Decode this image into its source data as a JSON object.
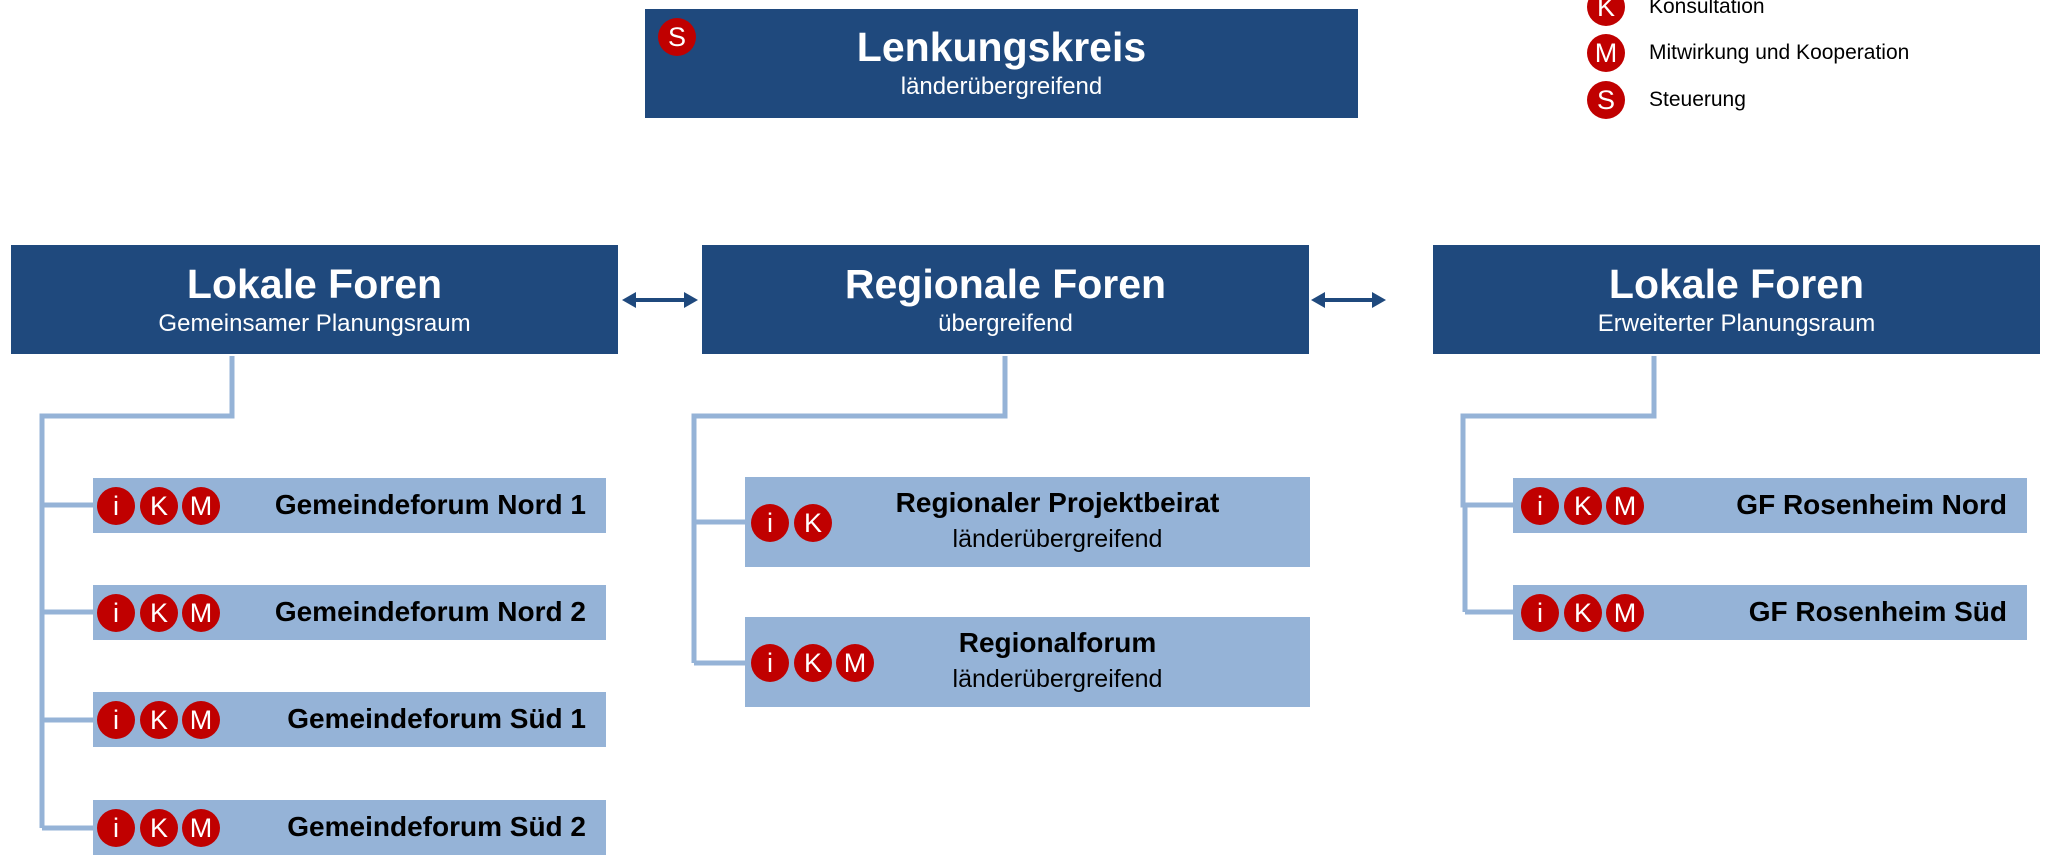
{
  "legend": [
    {
      "letter": "K",
      "label": "Konsultation"
    },
    {
      "letter": "M",
      "label": "Mitwirkung und Kooperation"
    },
    {
      "letter": "S",
      "label": "Steuerung"
    }
  ],
  "top": {
    "badge": "S",
    "title": "Lenkungskreis",
    "subtitle": "länderübergreifend"
  },
  "left": {
    "title": "Lokale Foren",
    "subtitle": "Gemeinsamer Planungsraum",
    "items": [
      {
        "badges": [
          "i",
          "K",
          "M"
        ],
        "title": "Gemeindeforum Nord 1"
      },
      {
        "badges": [
          "i",
          "K",
          "M"
        ],
        "title": "Gemeindeforum Nord 2"
      },
      {
        "badges": [
          "i",
          "K",
          "M"
        ],
        "title": "Gemeindeforum Süd 1"
      },
      {
        "badges": [
          "i",
          "K",
          "M"
        ],
        "title": "Gemeindeforum Süd 2"
      }
    ]
  },
  "center": {
    "title": "Regionale Foren",
    "subtitle": "übergreifend",
    "items": [
      {
        "badges": [
          "i",
          "K"
        ],
        "title": "Regionaler Projektbeirat",
        "subtitle": "länderübergreifend"
      },
      {
        "badges": [
          "i",
          "K",
          "M"
        ],
        "title": "Regionalforum",
        "subtitle": "länderübergreifend"
      }
    ]
  },
  "right": {
    "title": "Lokale Foren",
    "subtitle": "Erweiterter Planungsraum",
    "items": [
      {
        "badges": [
          "i",
          "K",
          "M"
        ],
        "title": "GF Rosenheim Nord"
      },
      {
        "badges": [
          "i",
          "K",
          "M"
        ],
        "title": "GF Rosenheim Süd"
      }
    ]
  },
  "colors": {
    "dark_box": "#1f497d",
    "light_box": "#95b3d7",
    "badge": "#c00000",
    "connector": "#95b3d7",
    "arrow": "#1f497d"
  }
}
